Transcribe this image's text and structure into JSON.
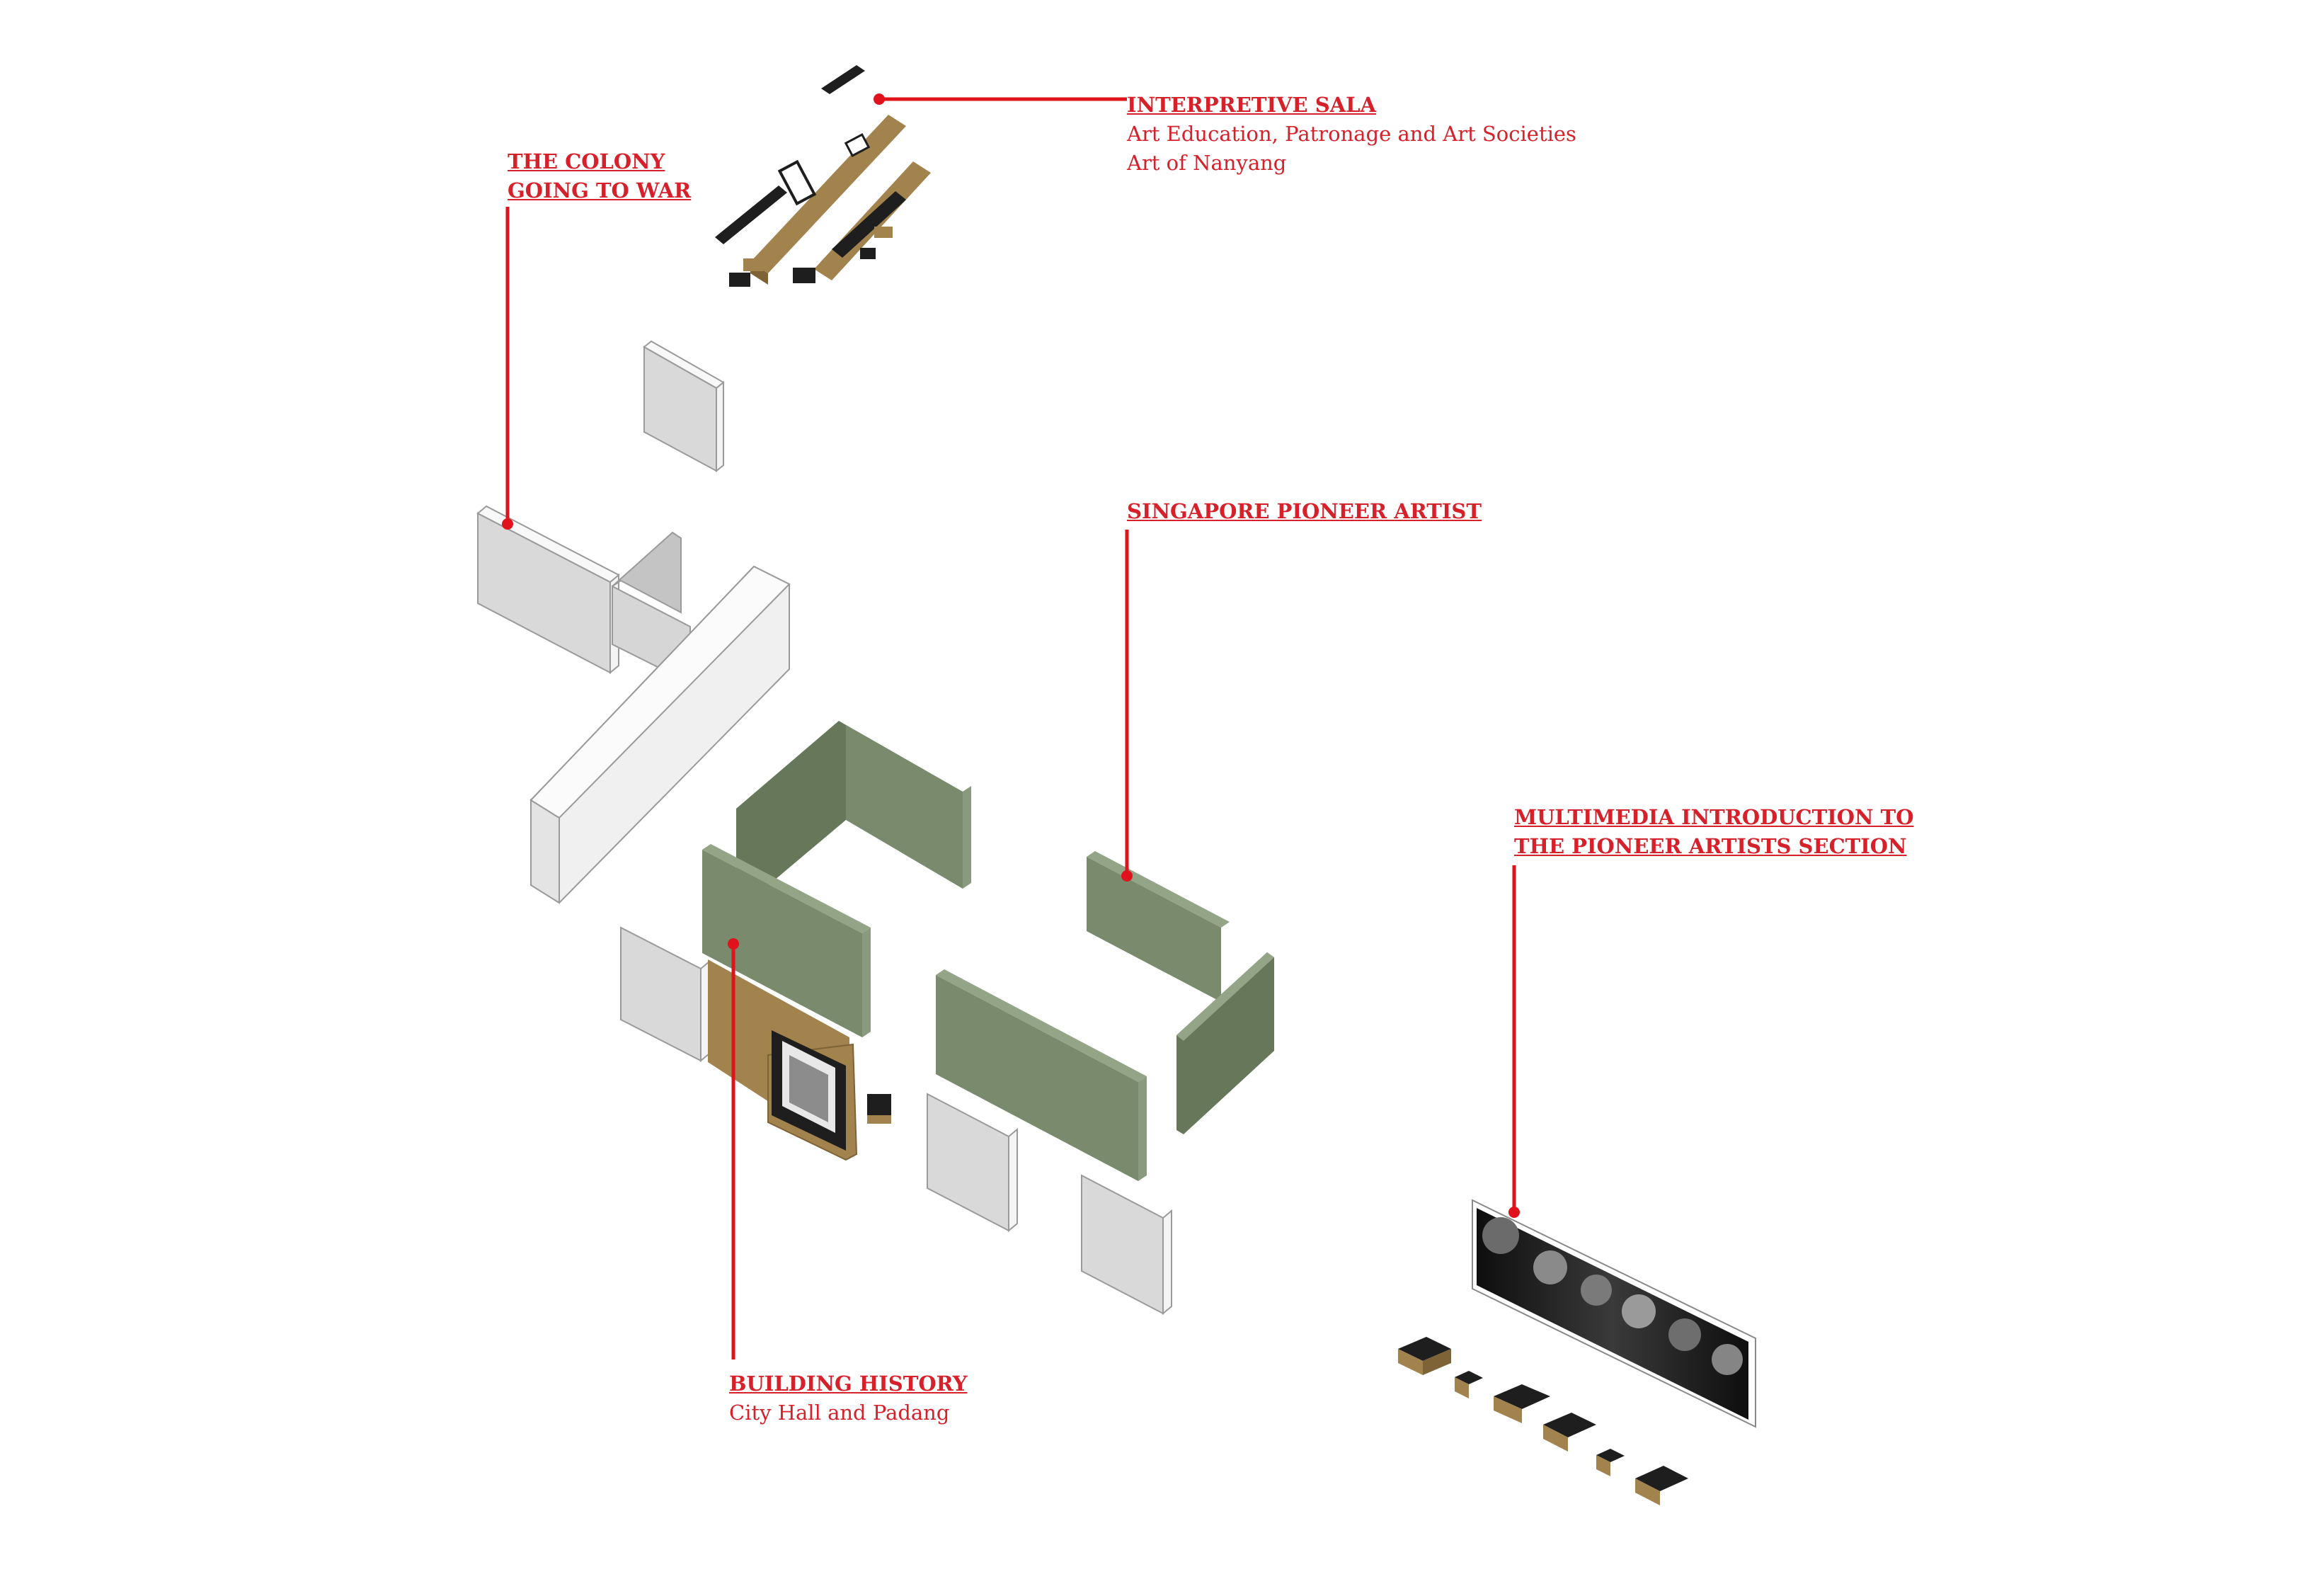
{
  "labels": {
    "interpretive_sala": {
      "title": "INTERPRETIVE SALA",
      "lines": [
        "Art Education, Patronage and Art Societies",
        "Art of Nanyang"
      ]
    },
    "colony": {
      "title_line1": "THE COLONY",
      "title_line2": "GOING TO WAR"
    },
    "pioneer": {
      "title": "SINGAPORE PIONEER ARTIST"
    },
    "multimedia": {
      "title_line1": "MULTIMEDIA INTRODUCTION TO",
      "title_line2": "THE PIONEER ARTISTS SECTION"
    },
    "building_history": {
      "title": "BUILDING HISTORY",
      "lines": [
        "City Hall and Padang"
      ]
    }
  },
  "colors": {
    "leader": "#e0131c",
    "wall_white_face": "#d9d9d9",
    "wall_white_side": "#f2f2f2",
    "wall_green_face": "#7a8a6d",
    "wall_green_side": "#66775a",
    "wood": "#a2824d",
    "dark": "#1e1e1e"
  }
}
